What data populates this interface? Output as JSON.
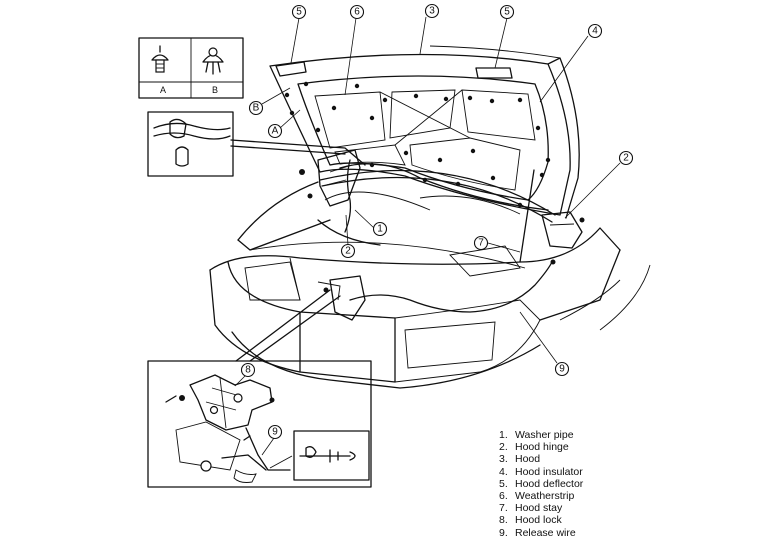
{
  "inset_clip_types": {
    "label_a": "A",
    "label_b": "B"
  },
  "callouts": {
    "c1": "1",
    "c2a": "2",
    "c2b": "2",
    "c3": "3",
    "c4": "4",
    "c5a": "5",
    "c5b": "5",
    "c6": "6",
    "c7": "7",
    "c8": "8",
    "c9a": "9",
    "c9b": "9",
    "a_marker": "A",
    "b_marker": "B"
  },
  "legend": [
    {
      "num": "1.",
      "label": "Washer pipe"
    },
    {
      "num": "2.",
      "label": "Hood hinge"
    },
    {
      "num": "3.",
      "label": "Hood"
    },
    {
      "num": "4.",
      "label": "Hood insulator"
    },
    {
      "num": "5.",
      "label": "Hood deflector"
    },
    {
      "num": "6.",
      "label": "Weatherstrip"
    },
    {
      "num": "7.",
      "label": "Hood stay"
    },
    {
      "num": "8.",
      "label": "Hood lock"
    },
    {
      "num": "9.",
      "label": "Release wire"
    }
  ]
}
